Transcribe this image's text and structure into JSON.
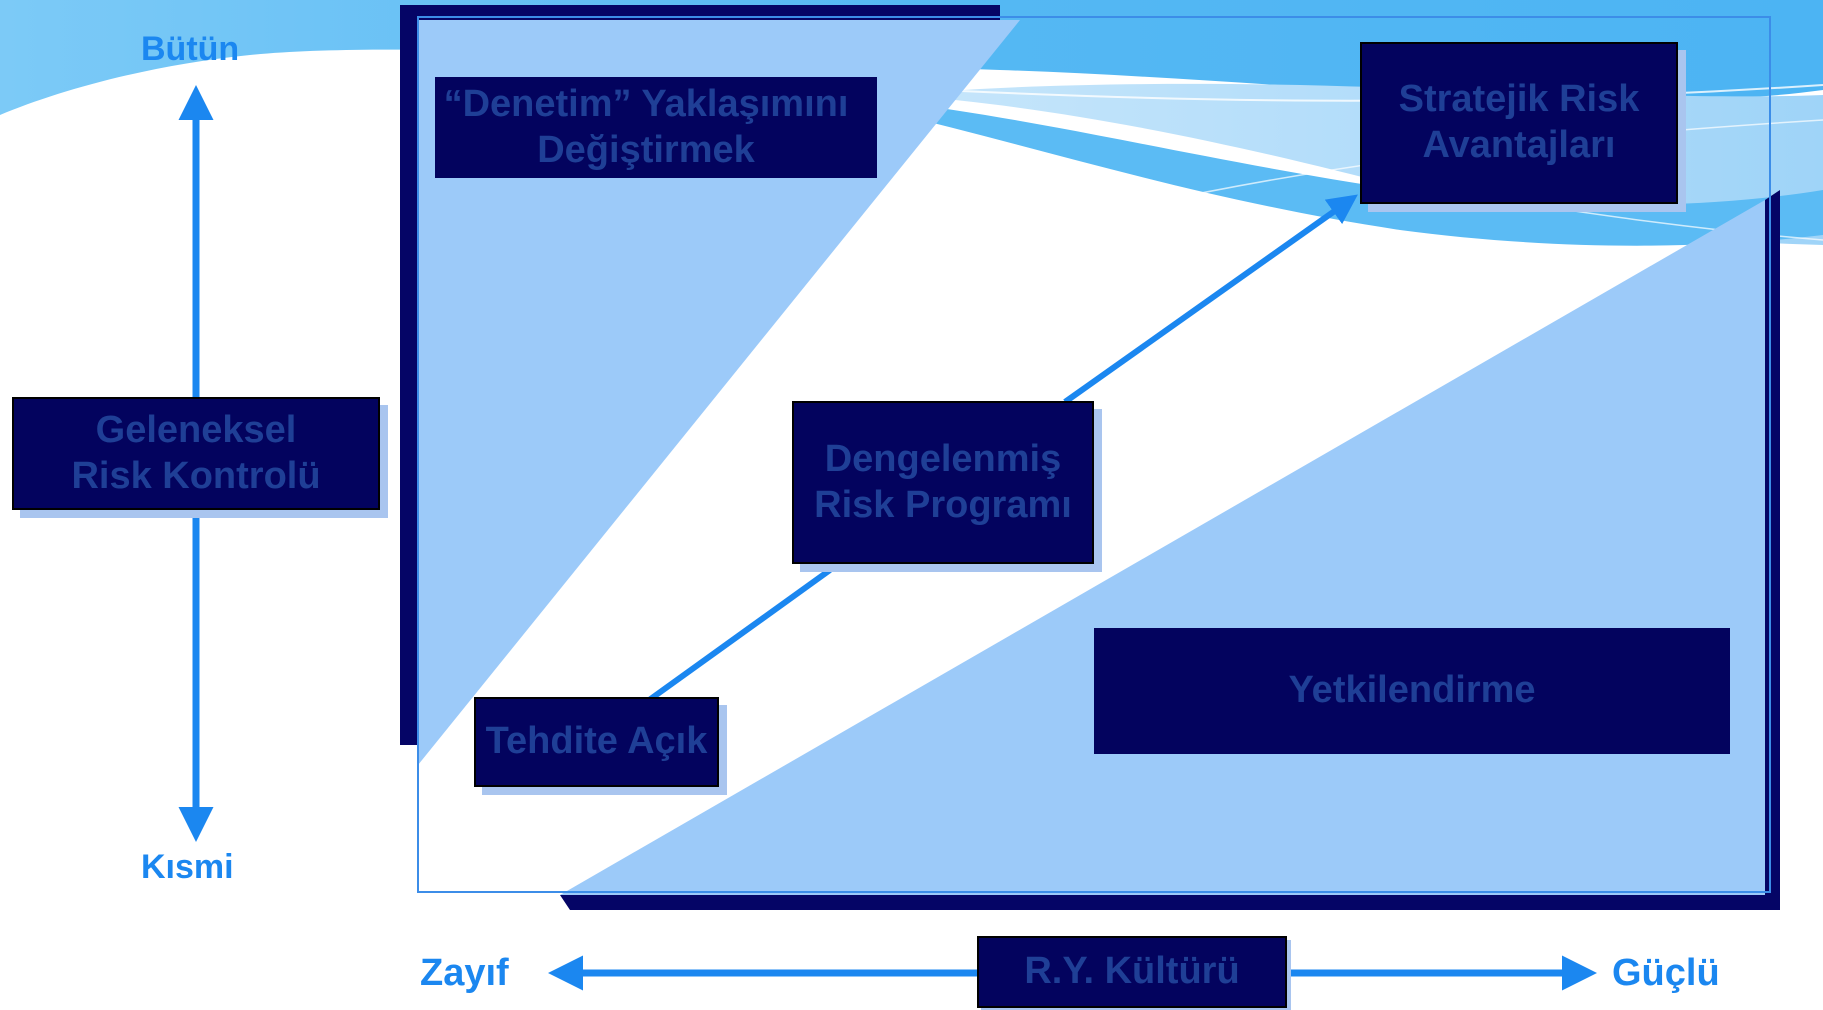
{
  "diagram": {
    "vertical_axis": {
      "top_label": "Bütün",
      "bottom_label": "Kısmi"
    },
    "horizontal_axis": {
      "left_label": "Zayıf",
      "right_label": "Güçlü",
      "center_label": "R.Y. Kültürü"
    },
    "boxes": {
      "geleneksel": "Geleneksel\nRisk Kontrolü",
      "denetim": "“Denetim” Yaklaşımını\nDeğiştirmek",
      "stratejik": "Stratejik Risk\nAvantajları",
      "dengelenmis": "Dengelenmiş\nRisk Programı",
      "tehdite": "Tehdite Açık",
      "yetkilendirme": "Yetkilendirme"
    },
    "colors": {
      "box_fill": "#03035e",
      "box_text": "#1f3f96",
      "arrow": "#1b87f0",
      "region_fill": "#9ccaf9",
      "frame_dark": "#050566",
      "wave_blue": "#4fb6f3"
    }
  }
}
